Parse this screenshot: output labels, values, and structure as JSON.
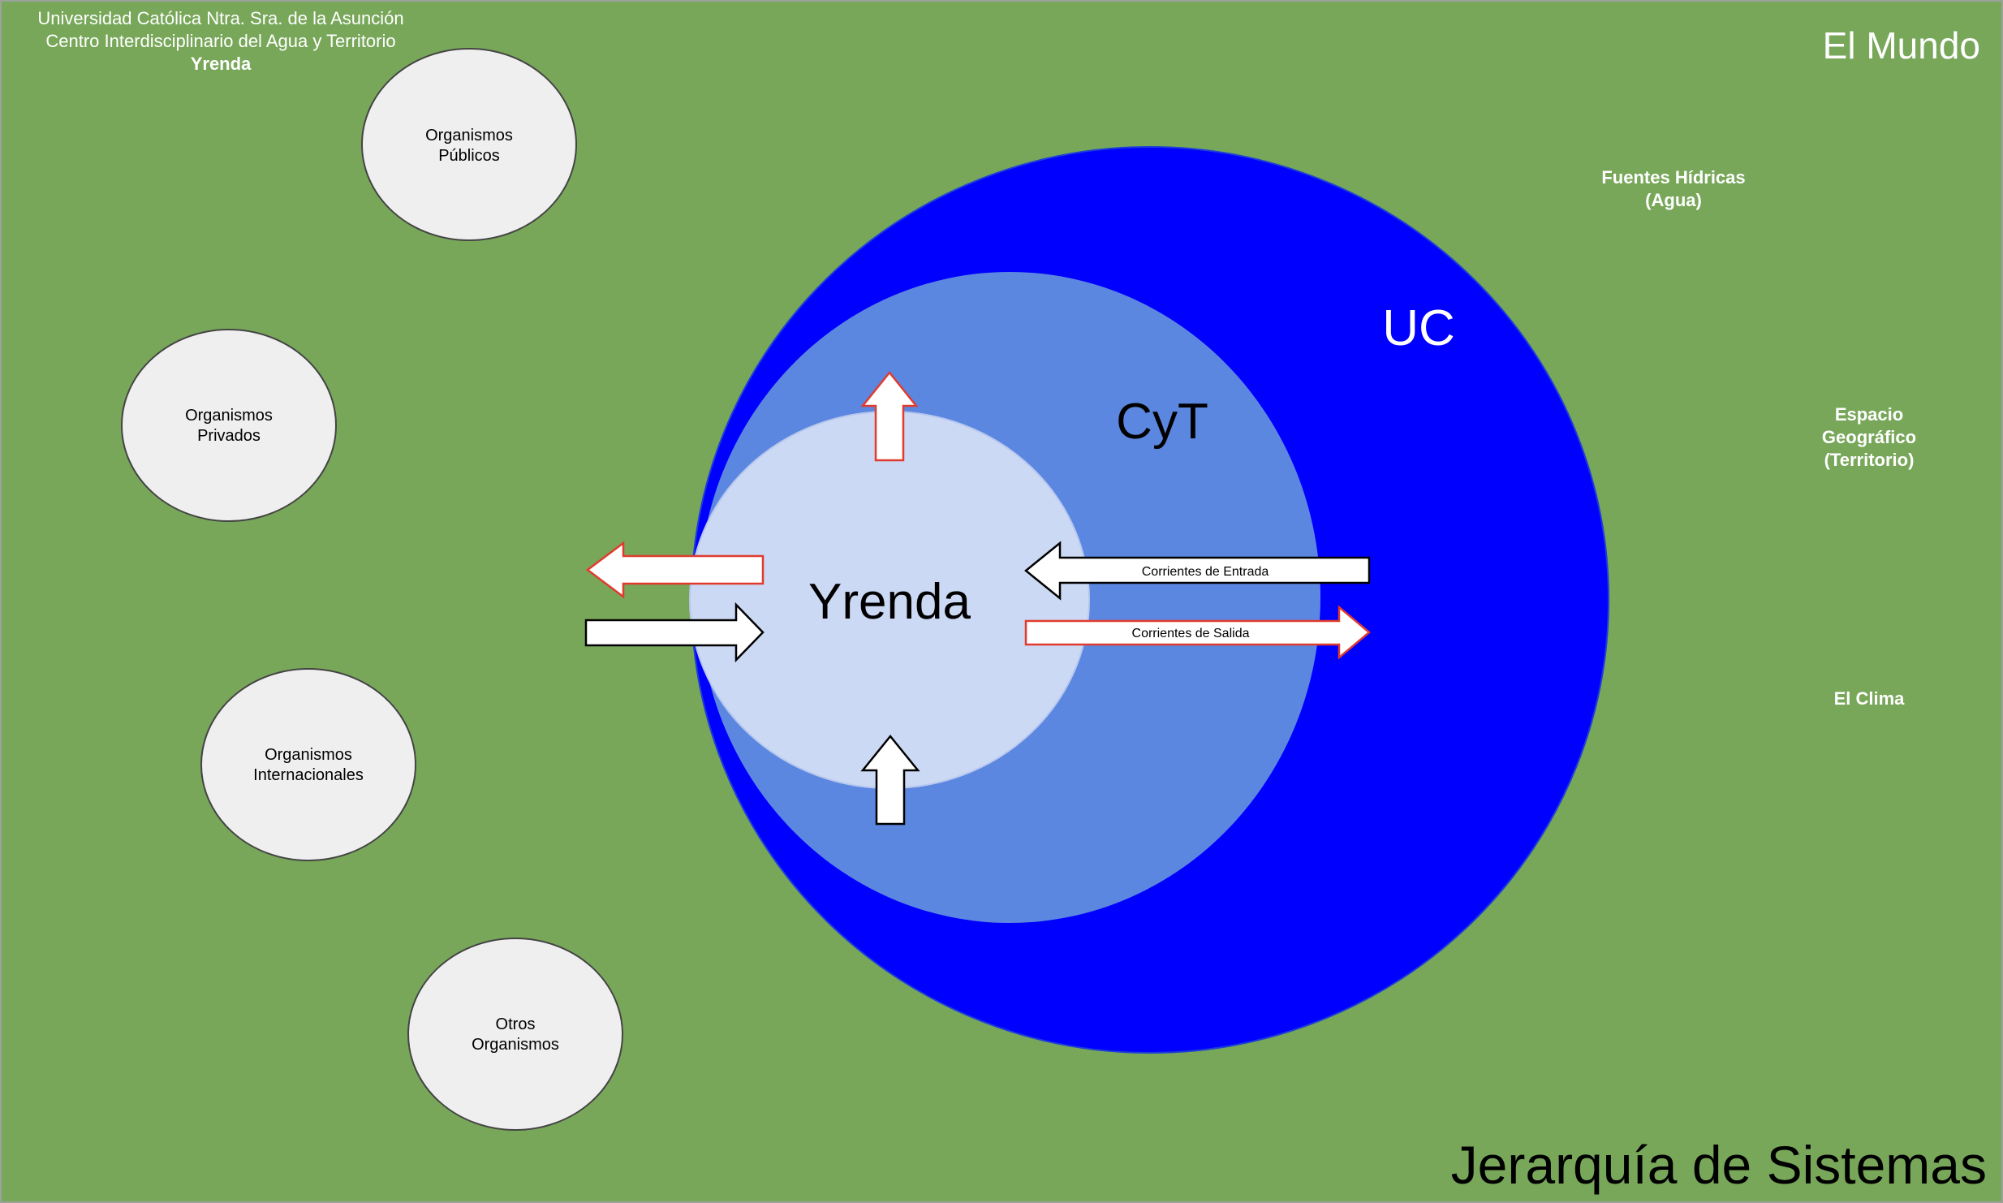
{
  "header": {
    "line1": "Universidad Católica Ntra. Sra. de la Asunción",
    "line2": "Centro Interdisciplinario del Agua y Territorio",
    "line3": "Yrenda"
  },
  "world_label": "El Mundo",
  "title": "Jerarquía de Sistemas",
  "systems": {
    "uc": "UC",
    "cyt": "CyT",
    "yrenda": "Yrenda"
  },
  "organisms": [
    {
      "line1": "Organismos",
      "line2": "Públicos"
    },
    {
      "line1": "Organismos",
      "line2": "Privados"
    },
    {
      "line1": "Organismos",
      "line2": "Internacionales"
    },
    {
      "line1": "Otros",
      "line2": "Organismos"
    }
  ],
  "environment": {
    "fuentes_1": "Fuentes Hídricas",
    "fuentes_2": "(Agua)",
    "espacio_1": "Espacio",
    "espacio_2": "Geográfico",
    "espacio_3": "(Territorio)",
    "clima": "El Clima"
  },
  "flows": {
    "entrada": "Corrientes de Entrada",
    "salida": "Corrientes de Salida"
  },
  "colors": {
    "background": "#78a75a",
    "uc": "#0000ff",
    "cyt": "#5b87e0",
    "yrenda": "#ccd9f4",
    "organism_fill": "#efefef",
    "output_arrow_border": "#e03b2e"
  }
}
